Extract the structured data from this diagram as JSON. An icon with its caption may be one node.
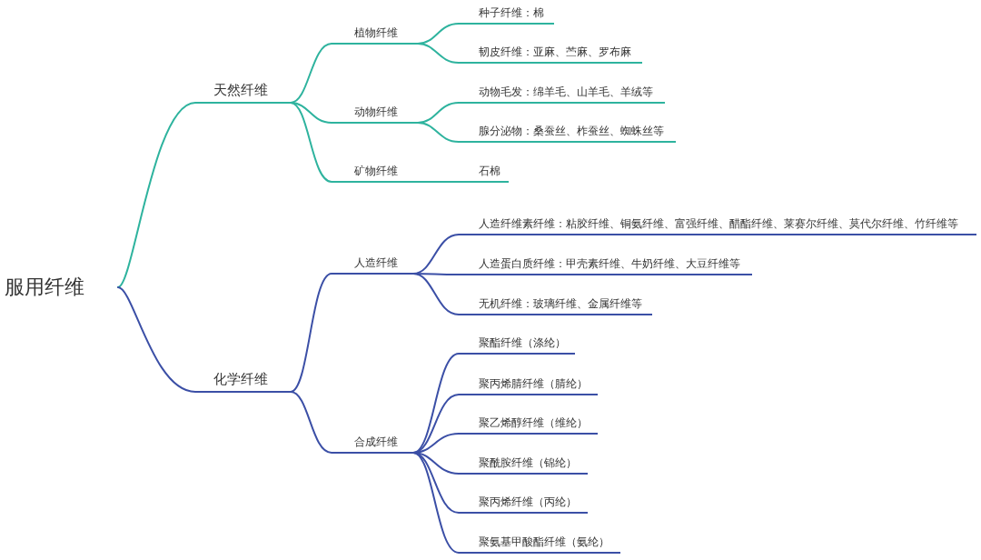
{
  "diagram": {
    "nodes": [
      {
        "text": [
          "服用纤维"
        ]
      },
      {
        "text": [
          "天然纤维"
        ]
      },
      {
        "text": [
          "植物纤维"
        ]
      },
      {
        "text": [
          "种子纤维：棉"
        ]
      },
      {
        "text": [
          "韧皮纤维：亚麻、苎麻、罗布麻"
        ]
      },
      {
        "text": [
          "动物纤维"
        ]
      },
      {
        "text": [
          "动物毛发：绵羊毛、山羊毛、羊绒等"
        ]
      },
      {
        "text": [
          "腺分泌物：桑蚕丝、柞蚕丝、蜘蛛丝等"
        ]
      },
      {
        "text": [
          "矿物纤维"
        ]
      },
      {
        "text": [
          "石棉"
        ]
      },
      {
        "text": [
          "化学纤维"
        ]
      },
      {
        "text": [
          "人造纤维"
        ]
      },
      {
        "text": [
          "人造纤维素纤维：粘胶纤维、铜氨纤维、富强纤维、醋酯纤维、莱赛尔纤维、莫代尔纤维、竹纤维等"
        ]
      },
      {
        "text": [
          "人造蛋白质纤维：甲壳素纤维、牛奶纤维、大豆纤维等"
        ]
      },
      {
        "text": [
          "无机纤维：玻璃纤维、金属纤维等"
        ]
      },
      {
        "text": [
          "合成纤维"
        ]
      },
      {
        "text": [
          "聚酯纤维（涤纶）"
        ]
      },
      {
        "text": [
          "聚丙烯腈纤维（腈纶）"
        ]
      },
      {
        "text": [
          "聚乙烯醇纤维（维纶）"
        ]
      },
      {
        "text": [
          "聚酰胺纤维（锦纶）"
        ]
      },
      {
        "text": [
          "聚丙烯纤维（丙纶）"
        ]
      },
      {
        "text": [
          "聚氨基甲酸酯纤维（氨纶）"
        ]
      }
    ],
    "edges": [
      {
        "from": 0,
        "to": 1,
        "arrow": "none",
        "color": "#2eb39e"
      },
      {
        "from": 1,
        "to": 2,
        "arrow": "none",
        "color": "#2eb39e"
      },
      {
        "from": 2,
        "to": 3,
        "arrow": "none",
        "color": "#2eb39e"
      },
      {
        "from": 2,
        "to": 4,
        "arrow": "none",
        "color": "#2eb39e"
      },
      {
        "from": 1,
        "to": 5,
        "arrow": "none",
        "color": "#2eb39e"
      },
      {
        "from": 5,
        "to": 6,
        "arrow": "none",
        "color": "#2eb39e"
      },
      {
        "from": 5,
        "to": 7,
        "arrow": "none",
        "color": "#2eb39e"
      },
      {
        "from": 1,
        "to": 8,
        "arrow": "none",
        "color": "#2eb39e"
      },
      {
        "from": 8,
        "to": 9,
        "arrow": "none",
        "color": "#2eb39e"
      },
      {
        "from": 0,
        "to": 10,
        "arrow": "none"
      },
      {
        "from": 10,
        "to": 11,
        "arrow": "none"
      },
      {
        "from": 11,
        "to": 12,
        "arrow": "none"
      },
      {
        "from": 11,
        "to": 13,
        "arrow": "none"
      },
      {
        "from": 11,
        "to": 14,
        "arrow": "none"
      },
      {
        "from": 10,
        "to": 15,
        "arrow": "none"
      },
      {
        "from": 15,
        "to": 16,
        "arrow": "none"
      },
      {
        "from": 15,
        "to": 17,
        "arrow": "none"
      },
      {
        "from": 15,
        "to": 18,
        "arrow": "none"
      },
      {
        "from": 15,
        "to": 19,
        "arrow": "none"
      },
      {
        "from": 15,
        "to": 20,
        "arrow": "none"
      },
      {
        "from": 15,
        "to": 21,
        "arrow": "none"
      }
    ]
  }
}
